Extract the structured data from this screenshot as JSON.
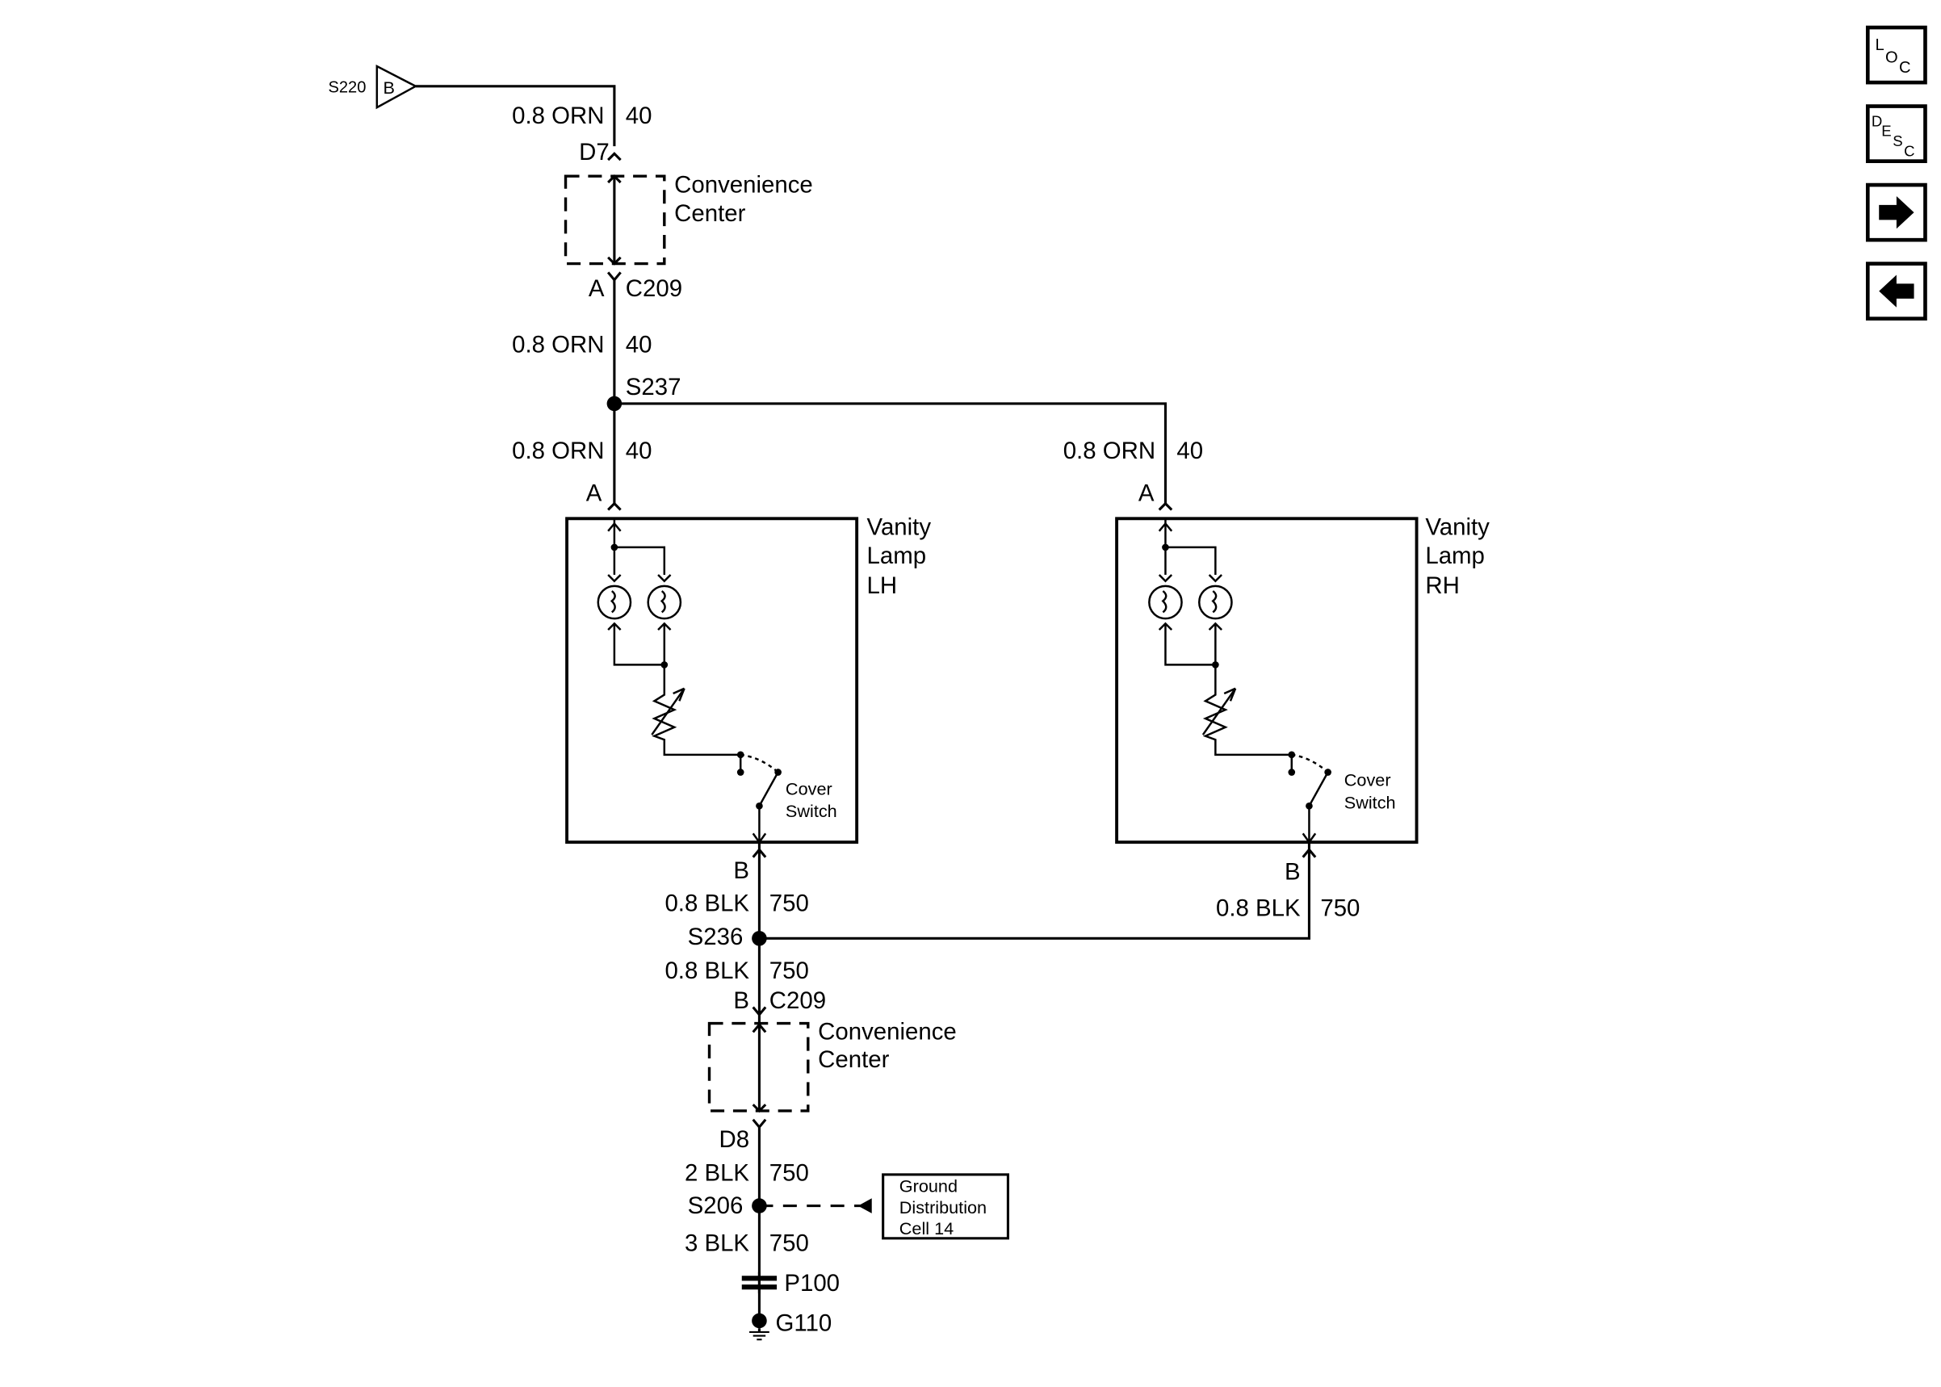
{
  "nav": {
    "loc": {
      "l": "L",
      "o": "O",
      "c": "C"
    },
    "desc": {
      "d": "D",
      "e": "E",
      "s": "S",
      "c": "C"
    },
    "forward_icon": "arrow-right-icon",
    "back_icon": "arrow-left-icon"
  },
  "source": {
    "splice": "S220",
    "connector": "B"
  },
  "wires": {
    "top_size": "0.8 ORN",
    "top_circuit": "40",
    "mid_size": "0.8 ORN",
    "mid_circuit": "40",
    "lh_in_size": "0.8 ORN",
    "lh_in_circuit": "40",
    "rh_in_size": "0.8 ORN",
    "rh_in_circuit": "40",
    "lh_out_size": "0.8 BLK",
    "lh_out_circuit": "750",
    "rh_out_size": "0.8 BLK",
    "rh_out_circuit": "750",
    "s236_down_size": "0.8 BLK",
    "s236_down_circuit": "750",
    "d8_size": "2 BLK",
    "d8_circuit": "750",
    "ground_size": "3 BLK",
    "ground_circuit": "750"
  },
  "connectors": {
    "d7": "D7",
    "c209_top_pin": "A",
    "c209_top": "C209",
    "c209_bot_pin": "B",
    "c209_bot": "C209",
    "lh_in": "A",
    "rh_in": "A",
    "lh_out": "B",
    "rh_out": "B",
    "d8": "D8"
  },
  "splices": {
    "s237": "S237",
    "s236": "S236",
    "s206": "S206"
  },
  "components": {
    "conv_top": [
      "Convenience",
      "Center"
    ],
    "conv_bot": [
      "Convenience",
      "Center"
    ],
    "vanity_lh": [
      "Vanity",
      "Lamp",
      "LH"
    ],
    "vanity_rh": [
      "Vanity",
      "Lamp",
      "RH"
    ],
    "cover_switch_lh": [
      "Cover",
      "Switch"
    ],
    "cover_switch_rh": [
      "Cover",
      "Switch"
    ]
  },
  "ground": {
    "ref_box": [
      "Ground",
      "Distribution",
      "Cell 14"
    ],
    "pass_through": "P100",
    "ground_point": "G110"
  }
}
